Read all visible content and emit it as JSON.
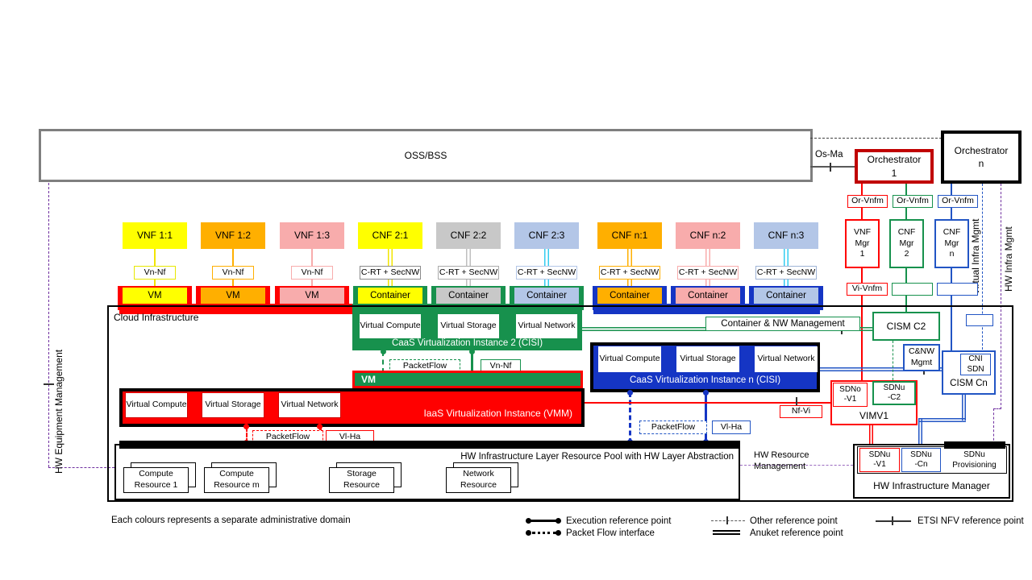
{
  "top": {
    "oss_bss": "OSS/BSS",
    "os_ma": "Os-Ma",
    "orchestrator_1": "Orchestrator\n1",
    "orchestrator_n": "Orchestrator\nn",
    "or_vnfm": "Or-Vnfm",
    "manager_1": "VNF\nMgr\n1",
    "manager_2": "CNF\nMgr\n2",
    "manager_n": "CNF\nMgr\nn",
    "vi_vnfm": "Vi-Vnfm",
    "virtual_infra_mgmt": "Virtual Infra Mgmt",
    "hw_infra_mgmt": "HW Infra Mgmt",
    "hw_equipment_mgmt": "HW Equipment Management"
  },
  "nf_columns": [
    {
      "label": "VNF 1:1",
      "fill": "#FFFF00",
      "ref": "Vn-Nf",
      "ref_border": "#E8E800",
      "unit": "VM",
      "tray": "#FF0000",
      "line": "#F2E500",
      "double": false
    },
    {
      "label": "VNF 1:2",
      "fill": "#FFAF00",
      "ref": "Vn-Nf",
      "ref_border": "#FFAF00",
      "unit": "VM",
      "tray": "#FF0000",
      "line": "#FFAF00",
      "double": false
    },
    {
      "label": "VNF 1:3",
      "fill": "#F8ACAC",
      "ref": "Vn-Nf",
      "ref_border": "#F8ACAC",
      "unit": "VM",
      "tray": "#FF0000",
      "line": "#F8ACAC",
      "double": false
    },
    {
      "label": "CNF 2:1",
      "fill": "#FFFF00",
      "ref": "C-RT + SecNW",
      "ref_border": "#8A8A8A",
      "unit": "Container",
      "tray": "#17914D",
      "line": "#F2E500",
      "double": true
    },
    {
      "label": "CNF 2:2",
      "fill": "#C8C8C8",
      "ref": "C-RT + SecNW",
      "ref_border": "#ABABAB",
      "unit": "Container",
      "tray": "#17914D",
      "line": "#BFBFBF",
      "double": true
    },
    {
      "label": "CNF 2:3",
      "fill": "#B3C6E7",
      "ref": "C-RT + SecNW",
      "ref_border": "#B3C6E7",
      "unit": "Container",
      "tray": "#17914D",
      "line": "#33CCF0",
      "double": true
    },
    {
      "label": "CNF n:1",
      "fill": "#FFAF00",
      "ref": "C-RT + SecNW",
      "ref_border": "#FFAF00",
      "unit": "Container",
      "tray": "#1535C4",
      "line": "#FFAF00",
      "double": true
    },
    {
      "label": "CNF n:2",
      "fill": "#F8ACAC",
      "ref": "C-RT + SecNW",
      "ref_border": "#F8ACAC",
      "unit": "Container",
      "tray": "#1535C4",
      "line": "#F8ACAC",
      "double": true
    },
    {
      "label": "CNF n:3",
      "fill": "#B3C6E7",
      "ref": "C-RT + SecNW",
      "ref_border": "#9FB4D6",
      "unit": "Container",
      "tray": "#1535C4",
      "line": "#33CCF0",
      "double": true
    }
  ],
  "cloud": {
    "label": "Cloud Infrastructure",
    "caas2_title": "CaaS Virtualization Instance 2 (CISI)",
    "caasn_title": "CaaS Virtualization Instance n (CISI)",
    "virtual_boxes": [
      "Virtual Compute",
      "Virtual Storage",
      "Virtual Network"
    ],
    "vm_bar": "VM",
    "iaas_title": "IaaS Virtualization Instance (VMM)",
    "packet_flow": "PacketFlow",
    "vn_nf": "Vn-Nf",
    "vl_ha": "Vl-Ha",
    "container_nw_mgmt": "Container & NW Management"
  },
  "right": {
    "cism_c2": "CISM C2",
    "cnw_mgmt": "C&NW\nMgmt",
    "cni_sdn": "CNI\nSDN",
    "cism_cn": "CISM Cn",
    "sdno_v1": "SDNo\n-V1",
    "sdnu_c2": "SDNu\n-C2",
    "vimv1": "VIMV1",
    "nf_vi": "Nf-Vi"
  },
  "hw": {
    "pool_title": "HW Infrastructure Layer Resource Pool with HW Layer Abstraction",
    "resources": [
      "Compute Resource 1",
      "Compute Resource m",
      "Storage Resource",
      "Network Resource"
    ],
    "resource_mgmt": "HW Resource\nManagement",
    "manager": "HW Infrastructure Manager",
    "sdnu_v1": "SDNu\n-V1",
    "sdnu_cn": "SDNu\n-Cn",
    "sdnu_prov": "SDNu\nProvisioning"
  },
  "legend": {
    "note": "Each colours represents a separate administrative domain",
    "items": [
      {
        "glyph": "execution-reference-glyph",
        "label": "Execution reference point"
      },
      {
        "glyph": "packet-flow-glyph",
        "label": "Packet Flow interface"
      },
      {
        "glyph": "other-reference-glyph",
        "label": "Other reference point"
      },
      {
        "glyph": "anuket-reference-glyph",
        "label": "Anuket reference point"
      },
      {
        "glyph": "etsi-reference-glyph",
        "label": "ETSI NFV reference point"
      }
    ]
  },
  "colors": {
    "yellow": "#FFFF00",
    "orange": "#FFAF00",
    "pink": "#F8ACAC",
    "gray": "#C8C8C8",
    "light_blue": "#B3C6E7",
    "red": "#FF0000",
    "dark_red": "#C00000",
    "green": "#17914D",
    "blue_fill": "#1535C4",
    "blue_border": "#2255C4",
    "cyan": "#33CCF0",
    "purple": "#7030A0",
    "oss_border": "#7F7F7F"
  }
}
